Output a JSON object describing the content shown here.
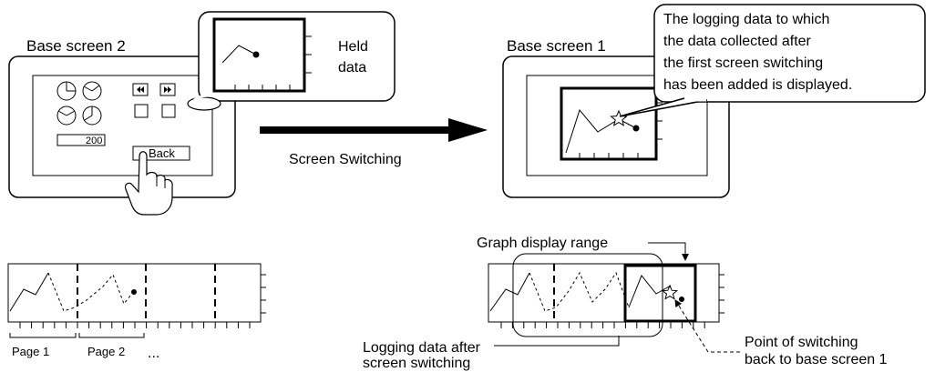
{
  "left_panel": {
    "title": "Base screen 2",
    "numeric_display": "200",
    "back_button": "Back",
    "rewind_icon": "double-left-arrow-icon",
    "forward_icon": "double-right-arrow-icon"
  },
  "held_bubble": {
    "label_line1": "Held",
    "label_line2": "data"
  },
  "transition": {
    "label": "Screen Switching"
  },
  "right_panel": {
    "title": "Base screen 1",
    "callout_lines": [
      "The logging data to which",
      "the data collected after",
      "the first screen switching",
      "has been added is displayed."
    ]
  },
  "pages_chart": {
    "page1_label": "Page 1",
    "page2_label": "Page 2",
    "ellipsis": "..."
  },
  "range_chart": {
    "range_label": "Graph display range",
    "logging_label_line1": "Logging data after",
    "logging_label_line2": "screen switching",
    "point_label_line1": "Point of switching",
    "point_label_line2": "back to base screen 1"
  }
}
